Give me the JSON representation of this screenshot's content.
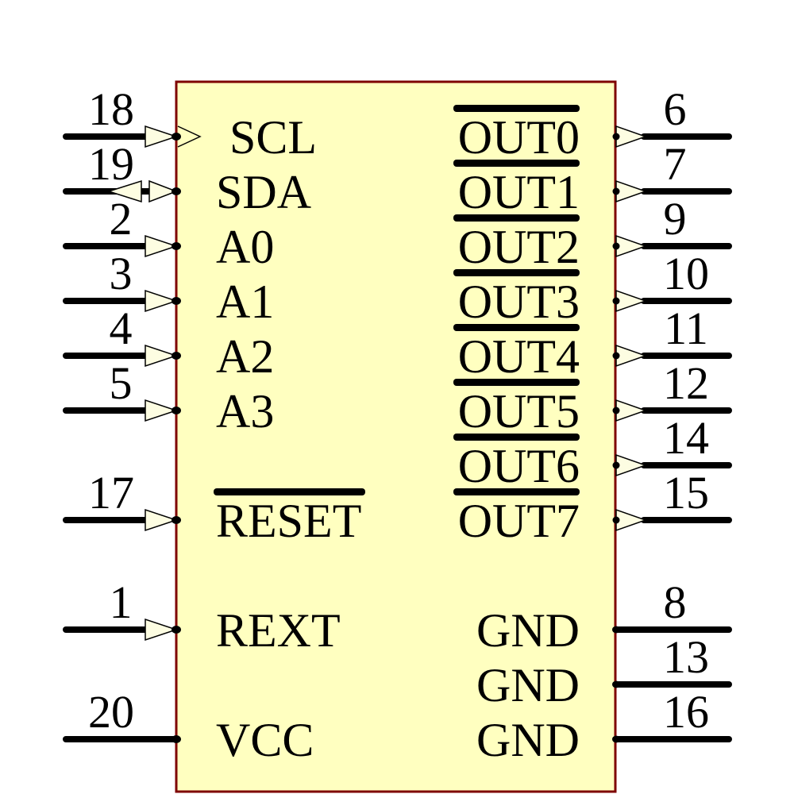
{
  "figure_type": "ic-schematic-symbol",
  "symbol": {
    "body_fill": "#FFFFC0",
    "body_border_color": "#7E0000",
    "pin_arrow_fill": "#FDFDE2",
    "line_color": "#000000",
    "background_color": "#FFFFFF",
    "left_pins": [
      {
        "number": "18",
        "label": "SCL",
        "type": "input",
        "clock": true,
        "overline": false,
        "row": 0
      },
      {
        "number": "19",
        "label": "SDA",
        "type": "bidirectional",
        "clock": false,
        "overline": false,
        "row": 1
      },
      {
        "number": "2",
        "label": "A0",
        "type": "input",
        "clock": false,
        "overline": false,
        "row": 2
      },
      {
        "number": "3",
        "label": "A1",
        "type": "input",
        "clock": false,
        "overline": false,
        "row": 3
      },
      {
        "number": "4",
        "label": "A2",
        "type": "input",
        "clock": false,
        "overline": false,
        "row": 4
      },
      {
        "number": "5",
        "label": "A3",
        "type": "input",
        "clock": false,
        "overline": false,
        "row": 5
      },
      {
        "number": "17",
        "label": "RESET",
        "type": "input",
        "clock": false,
        "overline": true,
        "row": 7
      },
      {
        "number": "1",
        "label": "REXT",
        "type": "input",
        "clock": false,
        "overline": false,
        "row": 9
      },
      {
        "number": "20",
        "label": "VCC",
        "type": "power",
        "clock": false,
        "overline": false,
        "row": 11
      }
    ],
    "right_pins": [
      {
        "number": "6",
        "label": "OUT0",
        "type": "output",
        "overline": true,
        "row": 0
      },
      {
        "number": "7",
        "label": "OUT1",
        "type": "output",
        "overline": true,
        "row": 1
      },
      {
        "number": "9",
        "label": "OUT2",
        "type": "output",
        "overline": true,
        "row": 2
      },
      {
        "number": "10",
        "label": "OUT3",
        "type": "output",
        "overline": true,
        "row": 3
      },
      {
        "number": "11",
        "label": "OUT4",
        "type": "output",
        "overline": true,
        "row": 4
      },
      {
        "number": "12",
        "label": "OUT5",
        "type": "output",
        "overline": true,
        "row": 5
      },
      {
        "number": "14",
        "label": "OUT6",
        "type": "output",
        "overline": true,
        "row": 6
      },
      {
        "number": "15",
        "label": "OUT7",
        "type": "output",
        "overline": true,
        "row": 7
      },
      {
        "number": "8",
        "label": "GND",
        "type": "power",
        "overline": false,
        "row": 9
      },
      {
        "number": "13",
        "label": "GND",
        "type": "power",
        "overline": false,
        "row": 10
      },
      {
        "number": "16",
        "label": "GND",
        "type": "power",
        "overline": false,
        "row": 11
      }
    ]
  }
}
